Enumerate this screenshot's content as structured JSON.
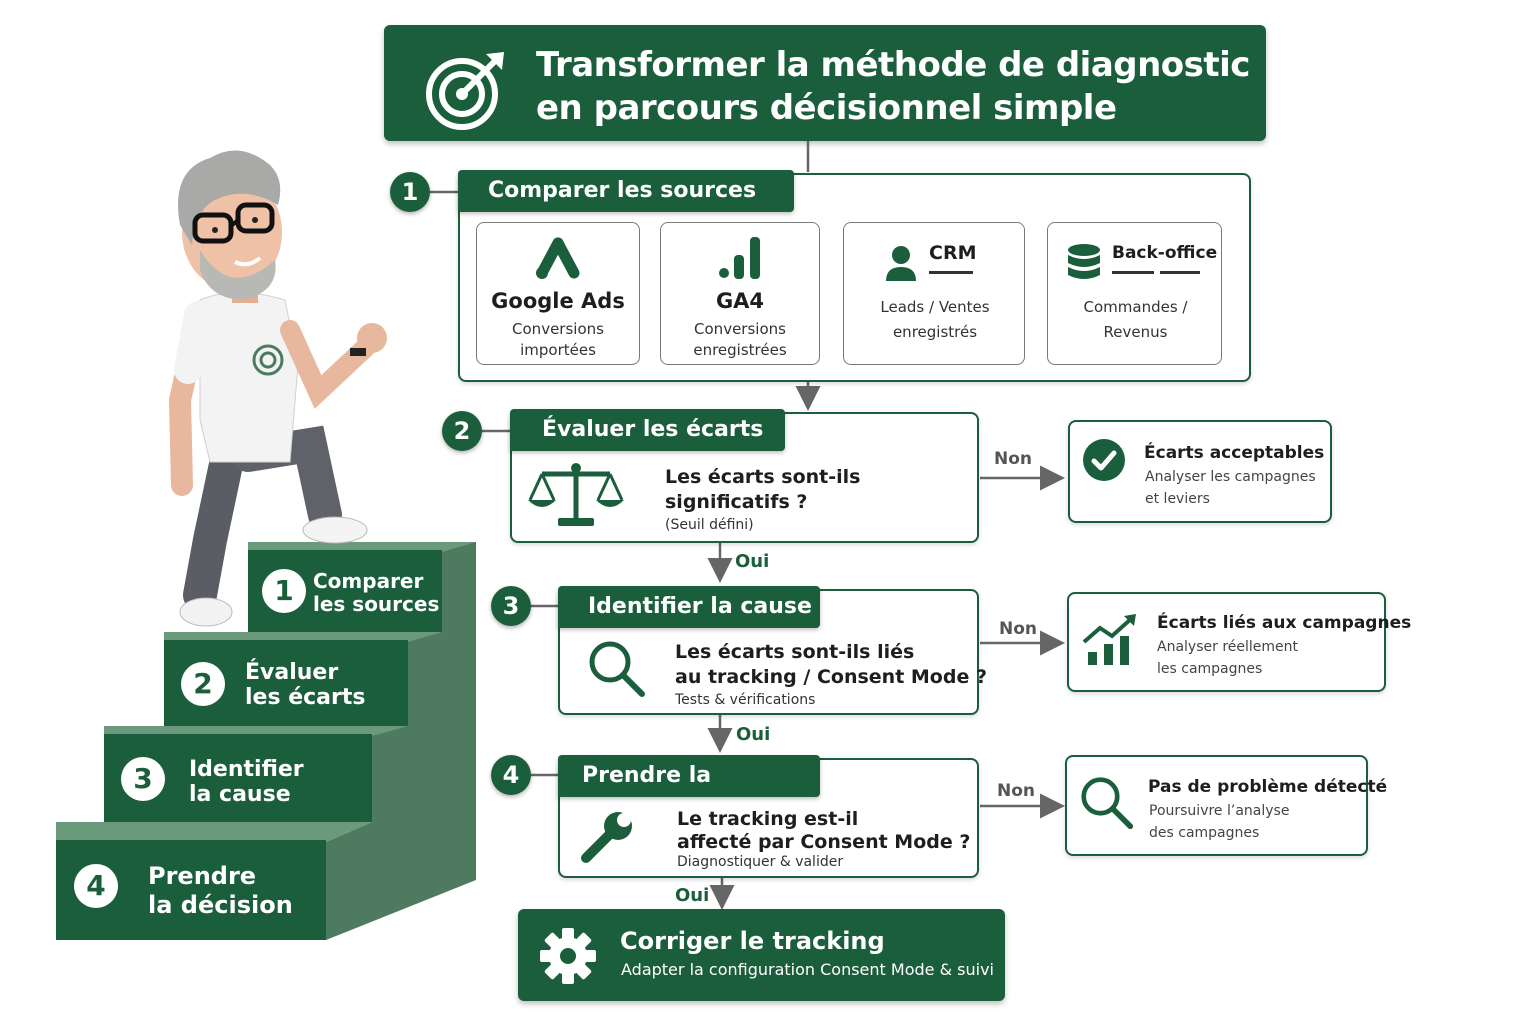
{
  "title": {
    "line1": "Transformer la méthode de diagnostic",
    "line2": "en parcours décisionnel simple",
    "icon": "target-arrow-icon"
  },
  "steps": [
    {
      "number": "1",
      "label": "Comparer les sources",
      "sources": [
        {
          "title": "Google Ads",
          "subtitle_l1": "Conversions",
          "subtitle_l2": "importées",
          "icon": "google-ads-icon"
        },
        {
          "title": "GA4",
          "subtitle_l1": "Conversions",
          "subtitle_l2": "enregistrées",
          "icon": "analytics-bars-icon"
        },
        {
          "title": "CRM",
          "subtitle_l1": "Leads / Ventes",
          "subtitle_l2": "enregistrés",
          "icon": "user-icon"
        },
        {
          "title": "Back-office",
          "subtitle_l1": "Commandes /",
          "subtitle_l2": "Revenus",
          "icon": "database-icon"
        }
      ]
    },
    {
      "number": "2",
      "label": "Évaluer les écarts",
      "question_l1": "Les écarts sont-ils",
      "question_l2": "significatifs ?",
      "detail": "(Seuil défini)",
      "icon": "scales-icon",
      "no_label": "Non",
      "yes_label": "Oui",
      "result": {
        "title": "Écarts acceptables",
        "sub_l1": "Analyser les campagnes",
        "sub_l2": "et leviers",
        "icon": "check-circle-icon"
      }
    },
    {
      "number": "3",
      "label": "Identifier la cause",
      "question_l1": "Les écarts sont-ils liés",
      "question_l2": "au tracking / Consent Mode ?",
      "detail": "Tests & vérifications",
      "icon": "magnifier-icon",
      "no_label": "Non",
      "yes_label": "Oui",
      "result": {
        "title": "Écarts liés aux campagnes",
        "sub_l1": "Analyser réellement",
        "sub_l2": "les campagnes",
        "icon": "growth-chart-icon"
      }
    },
    {
      "number": "4",
      "label": "Prendre la décision",
      "question_l1": "Le tracking est-il",
      "question_l2": "affecté par Consent Mode ?",
      "detail": "Diagnostiquer & valider",
      "icon": "wrench-icon",
      "no_label": "Non",
      "yes_label": "Oui",
      "result": {
        "title": "Pas de problème détecté",
        "sub_l1": "Poursuivre l’analyse",
        "sub_l2": "des campagnes",
        "icon": "magnifier-icon"
      }
    }
  ],
  "final": {
    "title": "Corriger le tracking",
    "subtitle": "Adapter la configuration Consent Mode & suivi",
    "icon": "gear-icon"
  },
  "staircase": [
    {
      "number": "1",
      "line1": "Comparer",
      "line2": "les sources"
    },
    {
      "number": "2",
      "line1": "Évaluer",
      "line2": "les écarts"
    },
    {
      "number": "3",
      "line1": "Identifier",
      "line2": "la cause"
    },
    {
      "number": "4",
      "line1": "Prendre",
      "line2": "la décision"
    }
  ],
  "colors": {
    "primary_green": "#1b5e3c",
    "text_dark": "#1e1e1e",
    "arrow_gray": "#666666"
  }
}
